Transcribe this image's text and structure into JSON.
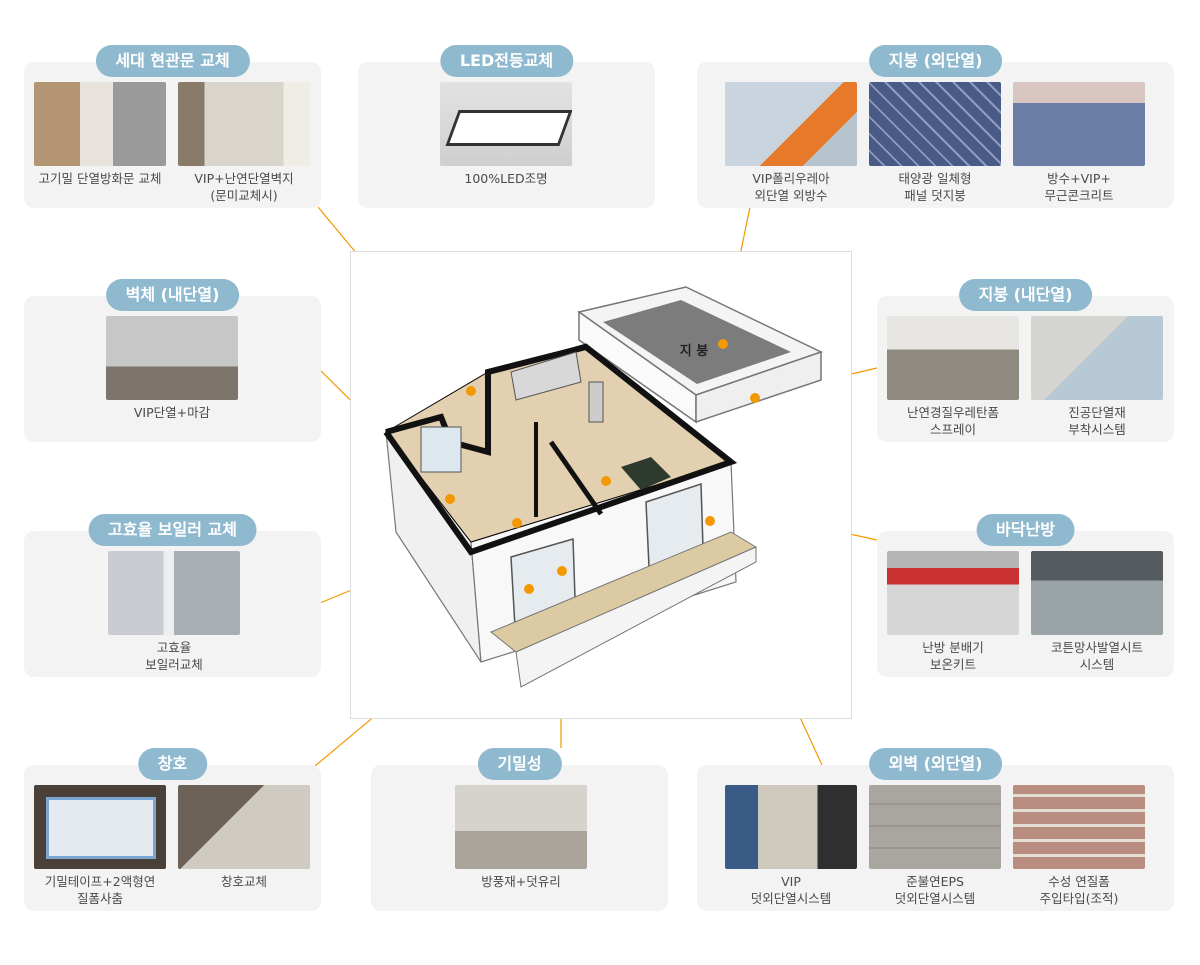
{
  "panels": {
    "entrance": {
      "title": "세대 현관문 교체",
      "items": [
        {
          "caption": [
            "고기밀 단열방화문 교체"
          ],
          "photo": "door-photo"
        },
        {
          "caption": [
            "VIP+난연단열벽지",
            "(문미교체시)"
          ],
          "photo": "corridor-photo"
        }
      ]
    },
    "led": {
      "title": "LED전등교체",
      "items": [
        {
          "caption": [
            "100%LED조명"
          ],
          "photo": "ceiling-light-photo"
        }
      ]
    },
    "roof_ext": {
      "title": "지붕 (외단열)",
      "items": [
        {
          "caption": [
            "VIP폴리우레아",
            "외단열 외방수"
          ],
          "photo": "roof-spray-photo"
        },
        {
          "caption": [
            "태양광 일체형",
            "패널 덧지붕"
          ],
          "photo": "solar-panel-photo"
        },
        {
          "caption": [
            "방수+VIP+",
            "무근콘크리트"
          ],
          "photo": "roof-work-photo"
        }
      ]
    },
    "wall_int": {
      "title": "벽체 (내단열)",
      "items": [
        {
          "caption": [
            "VIP단열+마감"
          ],
          "photo": "interior-wall-photo"
        }
      ]
    },
    "roof_int": {
      "title": "지붕 (내단열)",
      "items": [
        {
          "caption": [
            "난연경질우레탄폼",
            "스프레이"
          ],
          "photo": "foam-spray-photo"
        },
        {
          "caption": [
            "진공단열재",
            "부착시스템"
          ],
          "photo": "vacuum-panel-photo"
        }
      ]
    },
    "boiler": {
      "title": "고효율 보일러 교체",
      "items": [
        {
          "caption": [
            "고효율",
            "보일러교체"
          ],
          "photo": "boiler-photo"
        }
      ]
    },
    "floor": {
      "title": "바닥난방",
      "items": [
        {
          "caption": [
            "난방 분배기",
            "보온키트"
          ],
          "photo": "manifold-photo"
        },
        {
          "caption": [
            "코튼망사발열시트",
            "시스템"
          ],
          "photo": "heating-sheet-photo"
        }
      ]
    },
    "window": {
      "title": "창호",
      "items": [
        {
          "caption": [
            "기밀테이프+2액형연",
            "질폼사춤"
          ],
          "photo": "window-tape-photo"
        },
        {
          "caption": [
            "창호교체"
          ],
          "photo": "window-replace-photo"
        }
      ]
    },
    "airtight": {
      "title": "기밀성",
      "items": [
        {
          "caption": [
            "방풍재+덧유리"
          ],
          "photo": "weatherstrip-photo"
        }
      ]
    },
    "wall_ext": {
      "title": "외벽 (외단열)",
      "items": [
        {
          "caption": [
            "VIP",
            "덧외단열시스템"
          ],
          "photo": "vip-facade-photo"
        },
        {
          "caption": [
            "준불연EPS",
            "덧외단열시스템"
          ],
          "photo": "eps-photo"
        },
        {
          "caption": [
            "수성 연질폼",
            "주입타입(조적)"
          ],
          "photo": "foam-inject-photo"
        }
      ]
    }
  },
  "house": {
    "roof_label": "지 붕"
  },
  "colors": {
    "accent": "#f39800",
    "title_bg": "#8fb9cf",
    "panel_bg": "#f3f3f3"
  }
}
